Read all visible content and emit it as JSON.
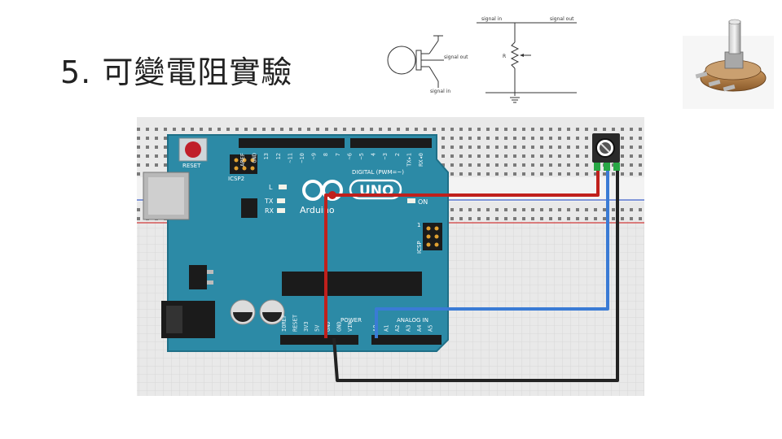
{
  "slide": {
    "title": "5. 可變電阻實驗"
  },
  "schematic": {
    "signal_in_top": "signal in",
    "signal_out_top": "signal out",
    "signal_out_mid": "signal out",
    "signal_in_bottom": "signal in",
    "resistor_label": "R"
  },
  "arduino": {
    "reset_label": "RESET",
    "icsp2_label": "ICSP2",
    "digital_label": "DIGITAL (PWM=~)",
    "l_label": "L",
    "tx_label": "TX",
    "rx_label": "RX",
    "on_label": "ON",
    "uno_label": "UNO",
    "brand_label": "Arduino",
    "icsp_label": "ICSP",
    "icsp_pin1": "1",
    "power_label": "POWER",
    "analog_label": "ANALOG IN",
    "digital_pins": [
      "AREF",
      "GND",
      "13",
      "12",
      "~11",
      "~10",
      "~9",
      "8",
      "7",
      "~6",
      "~5",
      "4",
      "~3",
      "2",
      "TX▸1",
      "RX◂0"
    ],
    "power_pins": [
      "IOREF",
      "RESET",
      "3V3",
      "5V",
      "GND",
      "GND",
      "VIN"
    ],
    "analog_pins": [
      "A0",
      "A1",
      "A2",
      "A3",
      "A4",
      "A5"
    ]
  },
  "wires": {
    "colors": {
      "red": "#c0201c",
      "blue": "#3a7bd5",
      "black": "#222222"
    }
  },
  "colors": {
    "board": "#2c8aa6",
    "board_edge": "#1f6f87",
    "breadboard": "#ececec"
  }
}
